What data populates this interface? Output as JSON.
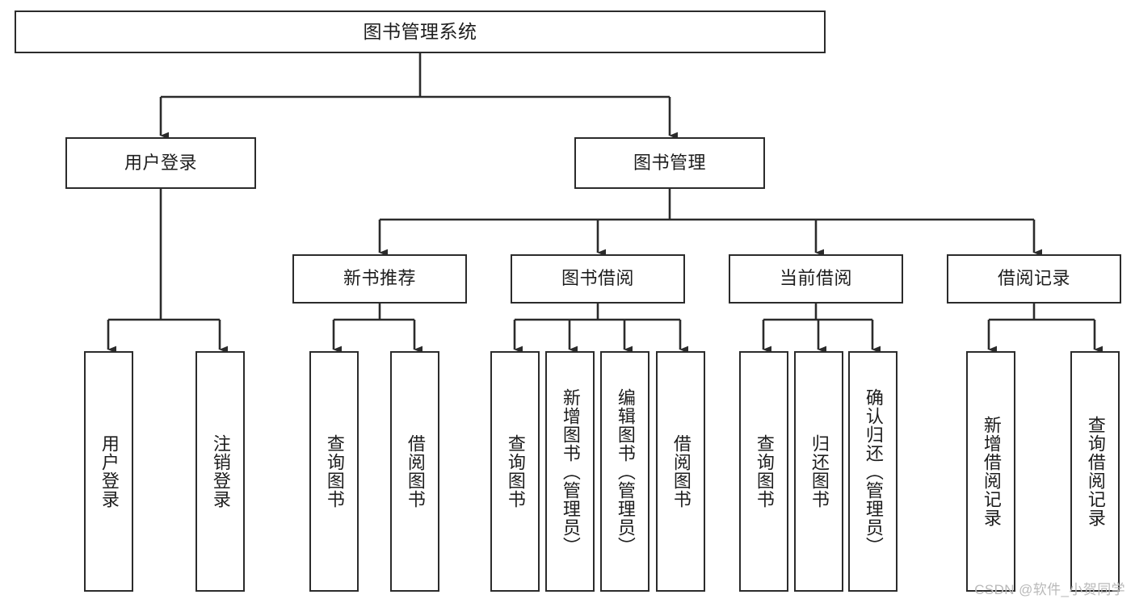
{
  "diagram": {
    "type": "tree-hierarchy",
    "title": "图书管理系统",
    "orientation": "top-down",
    "edge_style": "orthogonal-with-arrowheads",
    "colors": {
      "box_border": "#2b2b2b",
      "box_fill": "#ffffff",
      "connector": "#2b2b2b",
      "text": "#1d1d1d",
      "watermark": "#b9b9b9",
      "background": "#ffffff"
    },
    "root": {
      "label": "图书管理系统"
    },
    "level2": [
      {
        "label": "用户登录"
      },
      {
        "label": "图书管理"
      }
    ],
    "level3": [
      {
        "label": "新书推荐"
      },
      {
        "label": "图书借阅"
      },
      {
        "label": "当前借阅"
      },
      {
        "label": "借阅记录"
      }
    ],
    "leaves": {
      "user_login": [
        {
          "label": "用户登录"
        },
        {
          "label": "注销登录"
        }
      ],
      "new_book_recommend": [
        {
          "label": "查询图书"
        },
        {
          "label": "借阅图书"
        }
      ],
      "book_borrow": [
        {
          "label": "查询图书"
        },
        {
          "label": "新增图书（管理员）"
        },
        {
          "label": "编辑图书（管理员）"
        },
        {
          "label": "借阅图书"
        }
      ],
      "current_borrow": [
        {
          "label": "查询图书"
        },
        {
          "label": "归还图书"
        },
        {
          "label": "确认归还（管理员）"
        }
      ],
      "borrow_record": [
        {
          "label": "新增借阅记录"
        },
        {
          "label": "查询借阅记录"
        }
      ]
    },
    "watermark": "CSDN @软件_小贺同学"
  }
}
